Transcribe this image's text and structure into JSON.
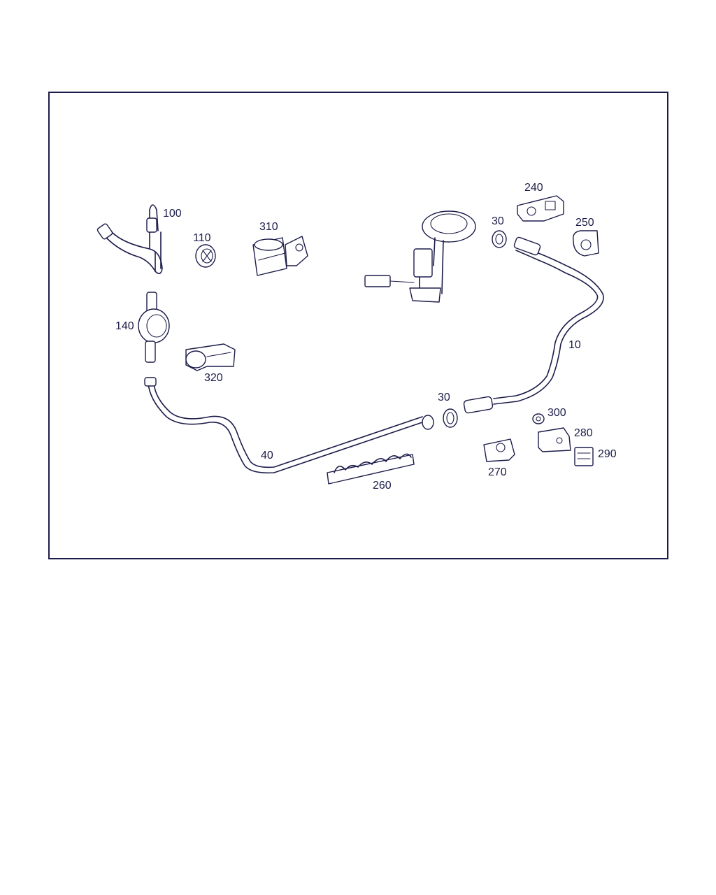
{
  "diagram": {
    "colors": {
      "line": "#1c1c4a",
      "background": "#ffffff"
    },
    "parts": [
      {
        "id": "p10",
        "label": "10"
      },
      {
        "id": "p30a",
        "label": "30"
      },
      {
        "id": "p30b",
        "label": "30"
      },
      {
        "id": "p40",
        "label": "40"
      },
      {
        "id": "p100",
        "label": "100"
      },
      {
        "id": "p110",
        "label": "110"
      },
      {
        "id": "p140",
        "label": "140"
      },
      {
        "id": "p240",
        "label": "240"
      },
      {
        "id": "p250",
        "label": "250"
      },
      {
        "id": "p260",
        "label": "260"
      },
      {
        "id": "p270",
        "label": "270"
      },
      {
        "id": "p280",
        "label": "280"
      },
      {
        "id": "p290",
        "label": "290"
      },
      {
        "id": "p300",
        "label": "300"
      },
      {
        "id": "p310",
        "label": "310"
      },
      {
        "id": "p320",
        "label": "320"
      }
    ]
  }
}
